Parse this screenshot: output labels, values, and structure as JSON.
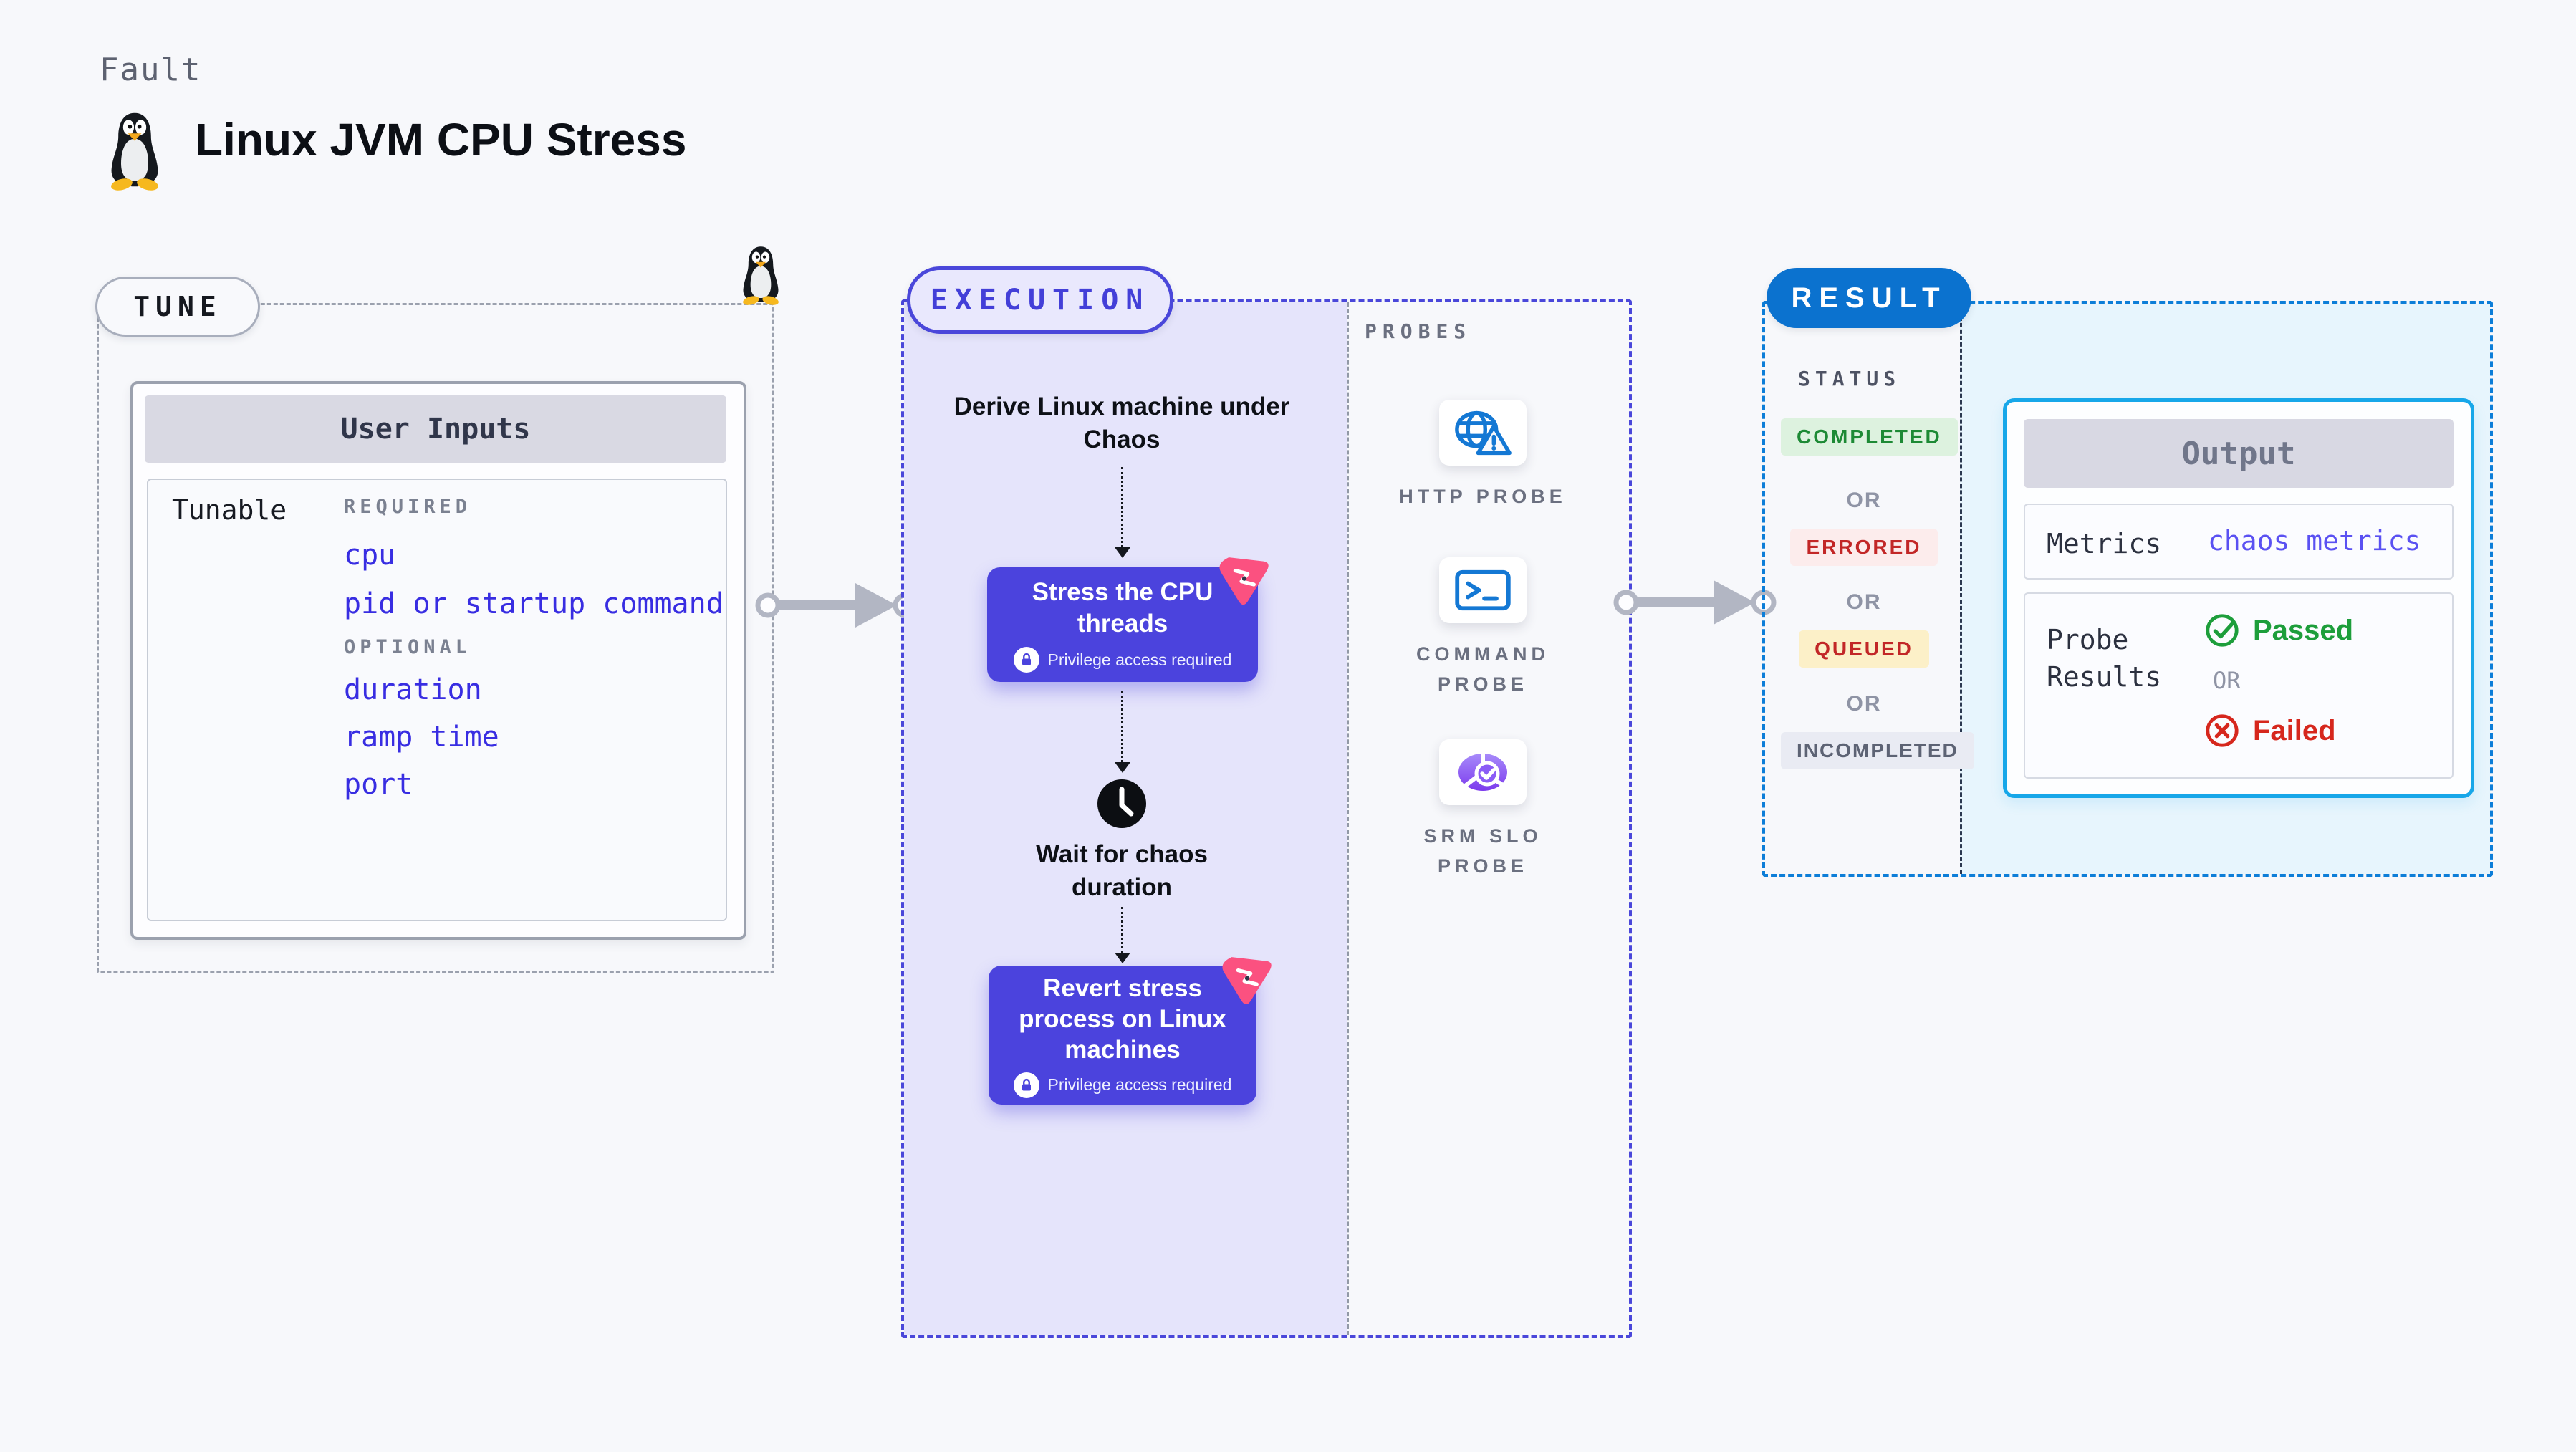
{
  "header": {
    "kicker": "Fault",
    "title": "Linux JVM CPU Stress"
  },
  "tune": {
    "badge": "TUNE",
    "card_title": "User Inputs",
    "row_label": "Tunable",
    "required_label": "REQUIRED",
    "required_items": [
      "cpu",
      "pid or startup command"
    ],
    "optional_label": "OPTIONAL",
    "optional_items": [
      "duration",
      "ramp time",
      "port"
    ]
  },
  "execution": {
    "badge": "EXECUTION",
    "derive_label": "Derive Linux machine under Chaos",
    "stress_label": "Stress the CPU threads",
    "privilege_note": "Privilege access required",
    "wait_label": "Wait for chaos duration",
    "revert_label": "Revert stress process on Linux machines"
  },
  "probes": {
    "title": "PROBES",
    "items": [
      {
        "label": "HTTP PROBE",
        "icon": "globe-warning-icon"
      },
      {
        "label": "COMMAND PROBE",
        "icon": "terminal-icon"
      },
      {
        "label": "SRM SLO PROBE",
        "icon": "slo-donut-icon"
      }
    ]
  },
  "result": {
    "badge": "RESULT",
    "status_label": "STATUS",
    "or_label": "OR",
    "statuses": [
      {
        "label": "COMPLETED",
        "fg": "#1d8a35",
        "bg": "#ddf2df"
      },
      {
        "label": "ERRORED",
        "fg": "#c22727",
        "bg": "#fcecec"
      },
      {
        "label": "QUEUED",
        "fg": "#c22727",
        "bg": "#fcf0c8"
      },
      {
        "label": "INCOMPLETED",
        "fg": "#5d6374",
        "bg": "#e9ebf3"
      }
    ],
    "output": {
      "title": "Output",
      "metrics_label": "Metrics",
      "metrics_value": "chaos metrics",
      "probe_results_label": "Probe Results",
      "passed_label": "Passed",
      "or_label": "OR",
      "failed_label": "Failed"
    }
  },
  "colors": {
    "accent_indigo": "#4a47da",
    "action_button": "#4b43dd",
    "link_blue": "#382de2",
    "result_blue": "#0b72cf",
    "output_border": "#17a7e9",
    "chaos_pink": "#fb5180",
    "passed_green": "#1d9e3b",
    "failed_red": "#d6271d",
    "probe_icon_blue": "#1478d4",
    "lavender_fill": "#e5e4fb",
    "result_fill": "#e7f5fd"
  }
}
